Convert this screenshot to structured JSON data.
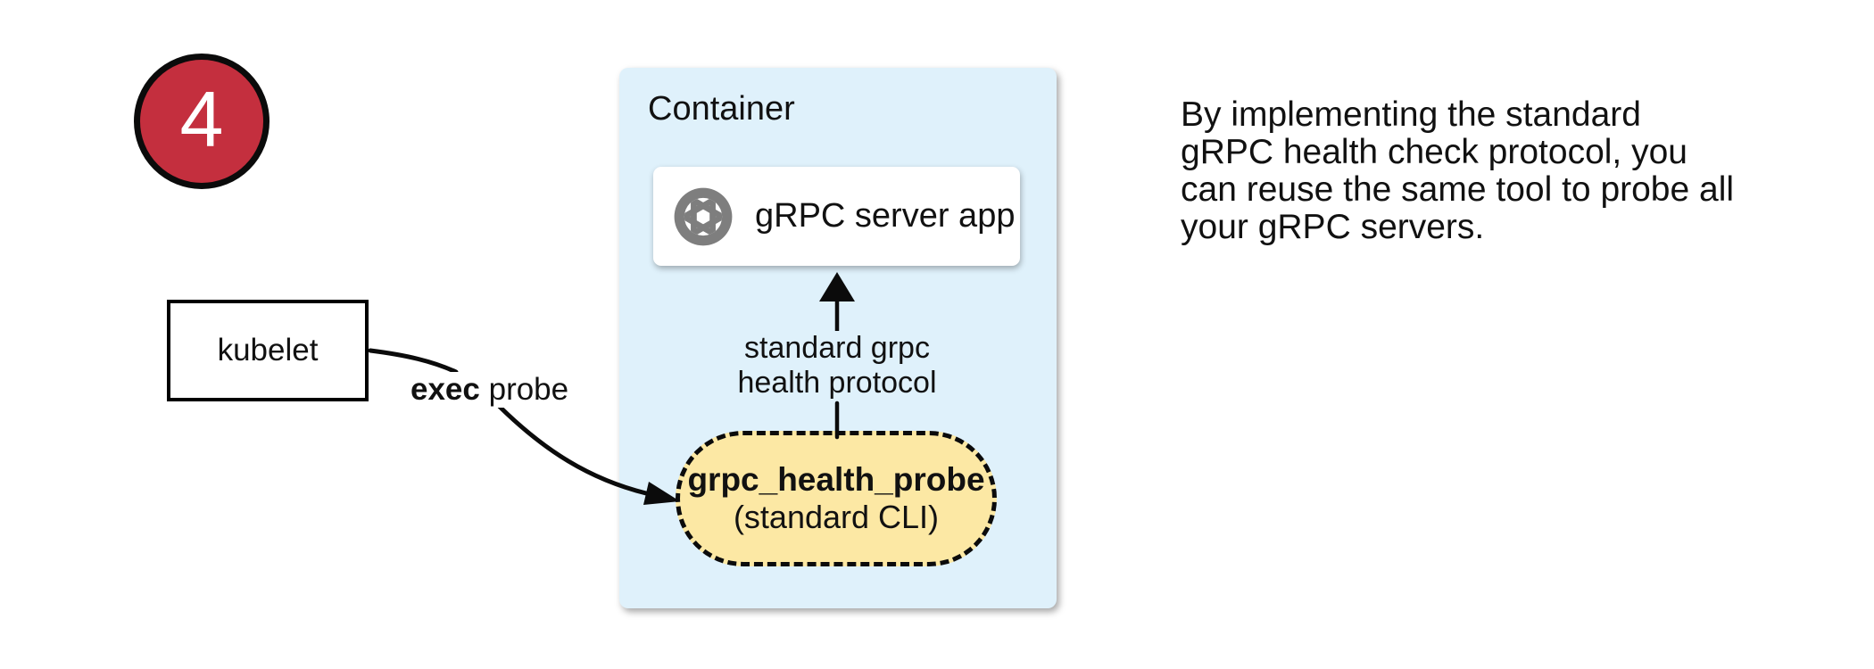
{
  "badge": {
    "number": "4",
    "color": "#C42F3E"
  },
  "kubelet": {
    "label": "kubelet"
  },
  "exec_probe_label": {
    "bold": "exec",
    "rest": " probe"
  },
  "container": {
    "title": "Container",
    "bg_color": "#DFF1FB",
    "app": {
      "label": "gRPC server app",
      "icon": "aperture-icon",
      "icon_color": "#7E7E7E"
    },
    "arrow_label": {
      "line1": "standard grpc",
      "line2": "health protocol"
    },
    "probe": {
      "name": "grpc_health_probe",
      "sub": "(standard CLI)",
      "bg_color": "#FCE8A4"
    }
  },
  "note": {
    "lines": [
      "By implementing the standard",
      "gRPC health check protocol, you",
      "can reuse the same tool to probe all",
      "your gRPC servers."
    ]
  }
}
